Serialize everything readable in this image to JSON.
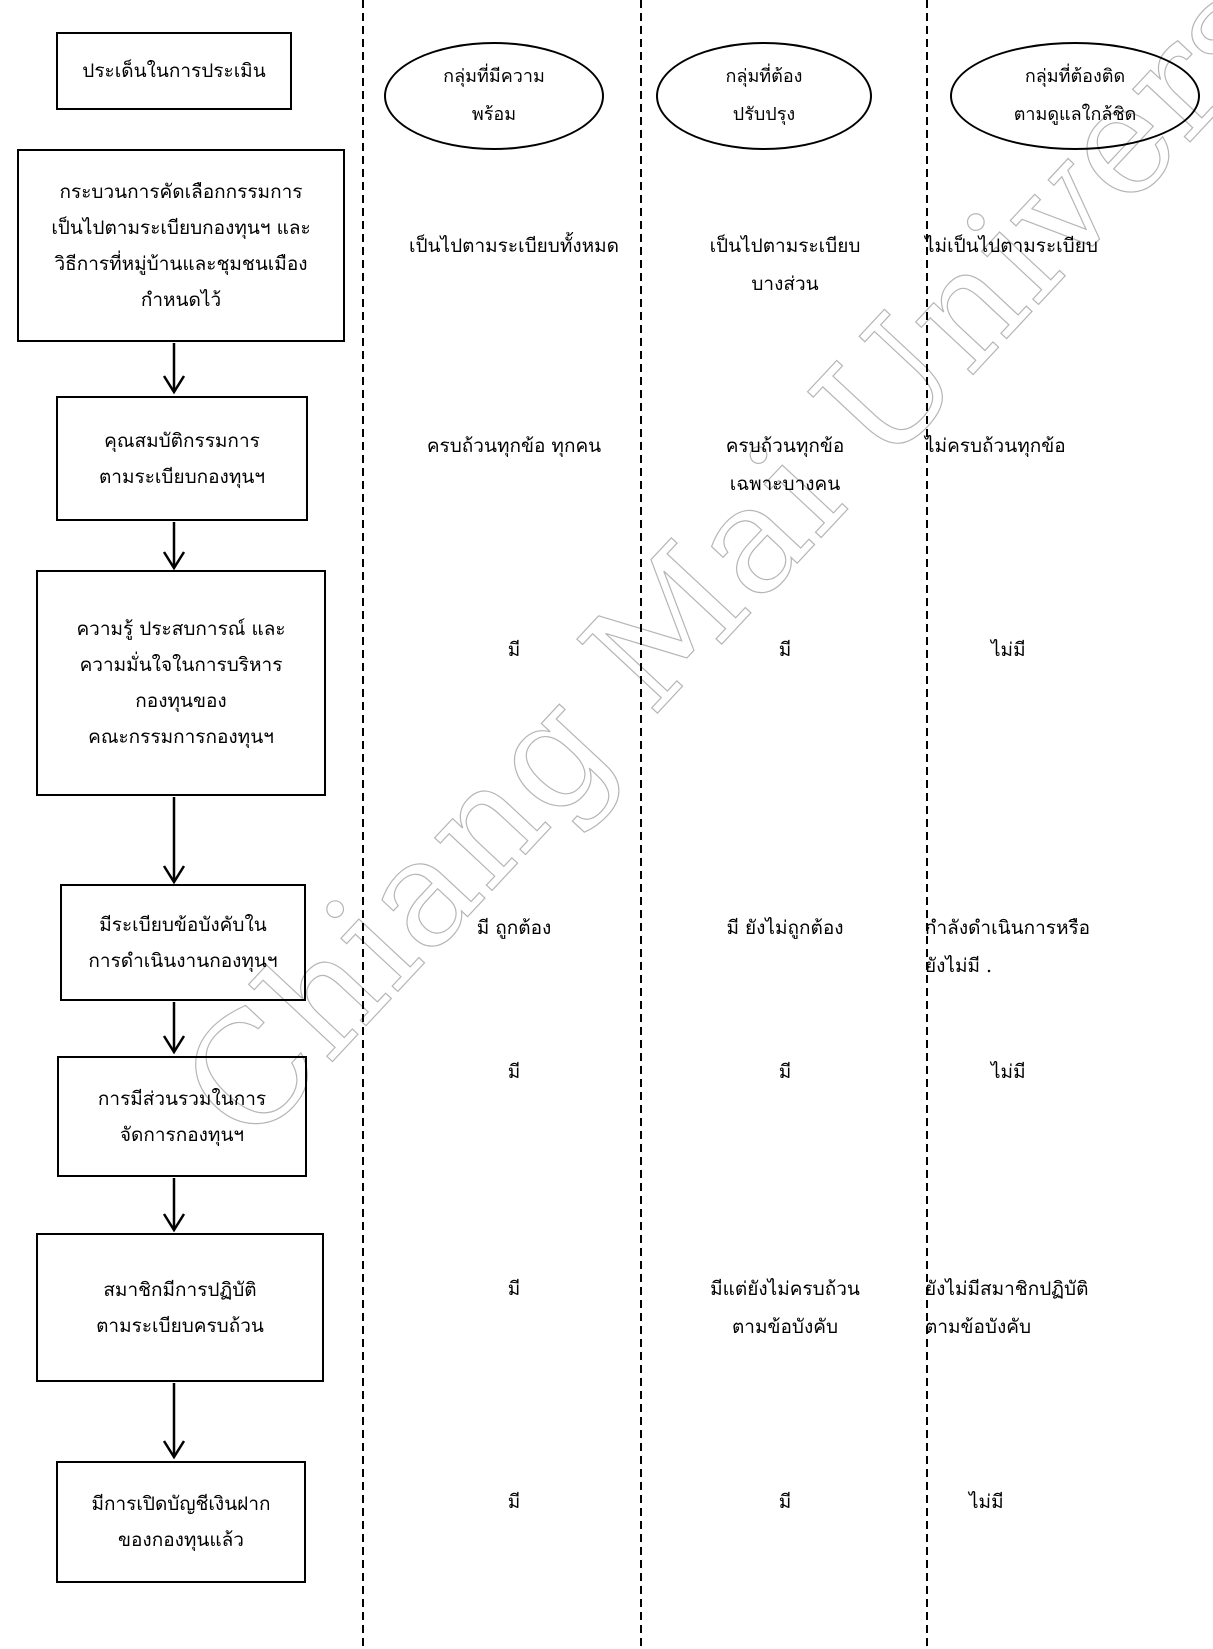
{
  "header": {
    "criteria_label": "ประเด็นในการประเมิน",
    "groups": [
      "กลุ่มที่มีความ\nพร้อม",
      "กลุ่มที่ต้อง\nปรับปรุง",
      "กลุ่มที่ต้องติด\nตามดูแลใกล้ชิด"
    ]
  },
  "rows": [
    {
      "criterion": "กระบวนการคัดเลือกกรรมการ\nเป็นไปตามระเบียบกองทุนฯ และ\nวิธีการที่หมู่บ้านและชุมชนเมือง\nกำหนดไว้",
      "ready": "เป็นไปตามระเบียบทั้งหมด",
      "improve": "เป็นไปตามระเบียบ\nบางส่วน",
      "monitor": "ไม่เป็นไปตามระเบียบ"
    },
    {
      "criterion": "คุณสมบัติกรรมการ\nตามระเบียบกองทุนฯ",
      "ready": "ครบถ้วนทุกข้อ ทุกคน",
      "improve": "ครบถ้วนทุกข้อ\nเฉพาะบางคน",
      "monitor": "ไม่ครบถ้วนทุกข้อ"
    },
    {
      "criterion": "ความรู้ ประสบการณ์ และ\nความมั่นใจในการบริหาร\nกองทุนของ\nคณะกรรมการกองทุนฯ",
      "ready": "มี",
      "improve": "มี",
      "monitor": "ไม่มี"
    },
    {
      "criterion": "มีระเบียบข้อบังคับใน\nการดำเนินงานกองทุนฯ",
      "ready": "มี  ถูกต้อง",
      "improve": "มี  ยังไม่ถูกต้อง",
      "monitor": "กำลังดำเนินการหรือ\n     ยังไม่มี ."
    },
    {
      "criterion": "การมีส่วนรวมในการ\nจัดการกองทุนฯ",
      "ready": "มี",
      "improve": "มี",
      "monitor": "ไม่มี"
    },
    {
      "criterion": "สมาชิกมีการปฏิบัติ\nตามระเบียบครบถ้วน",
      "ready": "มี",
      "improve": "มีแต่ยังไม่ครบถ้วน\nตามข้อบังคับ",
      "monitor": "ยังไม่มีสมาชิกปฏิบัติ\n ตามข้อบังคับ"
    },
    {
      "criterion": "มีการเปิดบัญชีเงินฝาก\nของกองทุนแล้ว",
      "ready": "มี",
      "improve": "มี",
      "monitor": "ไม่มี"
    }
  ],
  "watermark": {
    "text": "Chiang Mai University",
    "color": "#9a9a9a"
  }
}
